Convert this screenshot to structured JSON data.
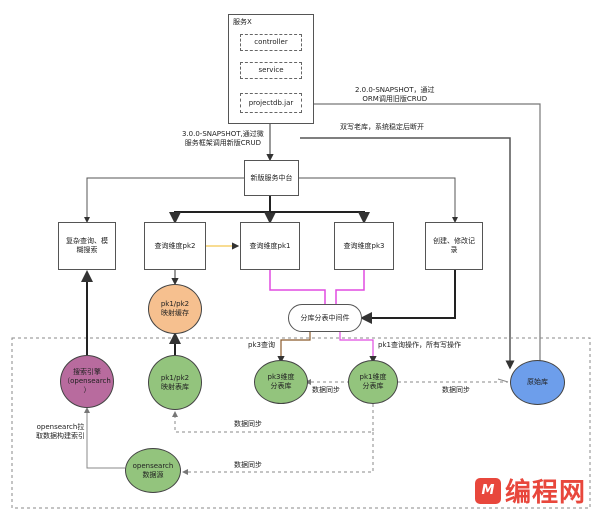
{
  "service_x": {
    "title": "服务X",
    "layers": [
      "controller",
      "service",
      "projectdb.jar"
    ]
  },
  "edge_labels": {
    "orm_old": "2.0.0-SNAPSHOT，通过\nORM调用旧版CRUD",
    "dual_write": "双写老库，系统稳定后断开",
    "new_crud": "3.0.0-SNAPSHOT,通过微\n服务框架调用新版CRUD",
    "pk3_query": "pk3查询",
    "pk1_ops": "pk1查询操作，所有写操作",
    "sync_pk3": "数据同步",
    "sync_raw": "数据同步",
    "sync_pk2": "数据同步",
    "sync_os": "数据同步",
    "os_pull": "opensearch拉\n取数据构建索引"
  },
  "nodes": {
    "center": "新版服务中台",
    "complex_query": "复杂查询、模\n糊搜索",
    "dim_pk2": "查询维度pk2",
    "dim_pk1": "查询维度pk1",
    "dim_pk3": "查询维度pk3",
    "create_log": "创建、修改记\n录",
    "middleware": "分库分表中间件",
    "search_engine": "搜索引擎\n（opensearch\n）",
    "pk_cache": "pk1/pk2\n映射缓存",
    "pk_map_table": "pk1/pk2\n映射表库",
    "pk3_table": "pk3维度\n分表库",
    "pk1_table": "pk1维度\n分表库",
    "raw_db": "原始库",
    "os_source": "opensearch\n数据源"
  },
  "watermark": {
    "logo": "编程网",
    "logo_mark": "M"
  },
  "colors": {
    "orange": "#f6c08f",
    "green": "#93c47d",
    "purple": "#b86b9e",
    "blue": "#6d9eeb",
    "magenta": "#e04ce0",
    "yellow": "#f3c851",
    "accent": "#e8473c"
  }
}
